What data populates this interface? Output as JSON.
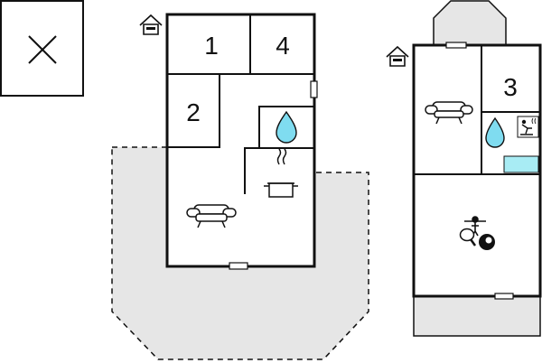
{
  "floor_plan": {
    "legend_icon": "close-icon",
    "ground_floor": {
      "entrance_icon": "house-entrance-icon",
      "rooms": [
        {
          "id": "bedroom-1",
          "label": "1"
        },
        {
          "id": "bedroom-4",
          "label": "4"
        },
        {
          "id": "bedroom-2",
          "label": "2"
        }
      ],
      "icons": [
        "water-drop-icon",
        "cooking-pot-icon",
        "sofa-icon"
      ]
    },
    "upper_floor": {
      "entrance_icon": "house-entrance-icon",
      "rooms": [
        {
          "id": "bedroom-3",
          "label": "3"
        }
      ],
      "icons": [
        "sofa-icon",
        "water-drop-icon",
        "sauna-icon",
        "table-football-icon",
        "table-tennis-icon",
        "billiard-ball-icon"
      ]
    },
    "colors": {
      "wall": "#111111",
      "terrace_fill": "#e6e6e6",
      "water": "#7fdcf0",
      "bath_tub": "#a8ecf4",
      "background": "#ffffff"
    }
  }
}
